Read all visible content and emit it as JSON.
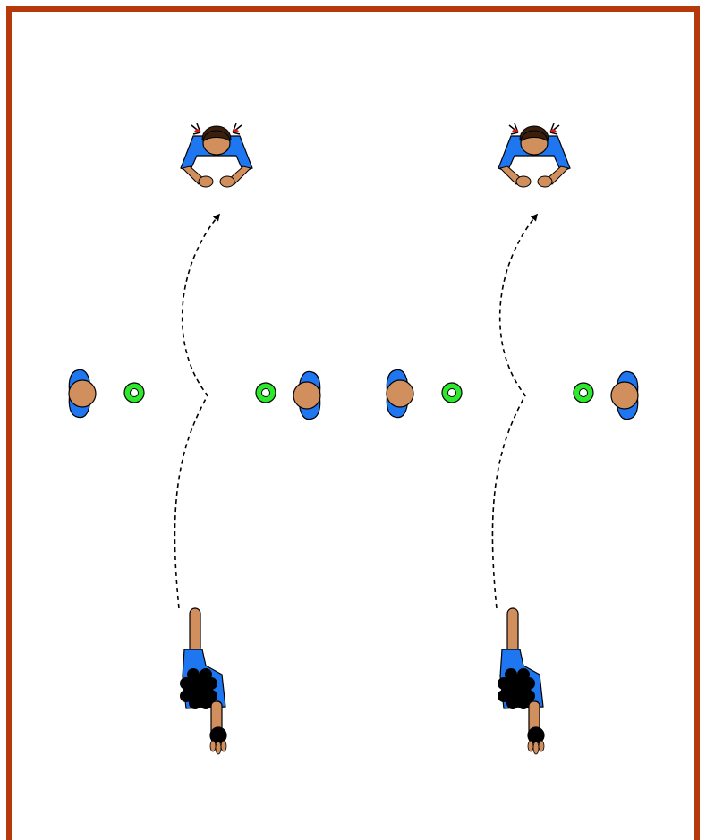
{
  "colors": {
    "court_border": "#B5390A",
    "shirt": "#1E77F0",
    "skin": "#D18F5E",
    "hair_dark": "#3A1F0E",
    "hair_black": "#000000",
    "cone": "#2EE82E",
    "ball": "#F2D22E",
    "bow": "#D9181E"
  },
  "drill": {
    "lanes": [
      {
        "id": "lane-left",
        "receiver": {
          "icon": "receiver-girl-icon"
        },
        "defenders": [
          {
            "icon": "defender-icon"
          },
          {
            "icon": "defender-icon"
          }
        ],
        "cones": [
          {
            "icon": "cone-icon"
          },
          {
            "icon": "cone-icon"
          }
        ],
        "thrower": {
          "icon": "thrower-with-ball-icon"
        },
        "pass_path": {
          "style": "dashed",
          "icon": "pass-arrow-icon"
        }
      },
      {
        "id": "lane-right",
        "receiver": {
          "icon": "receiver-girl-icon"
        },
        "defenders": [
          {
            "icon": "defender-icon"
          },
          {
            "icon": "defender-icon"
          }
        ],
        "cones": [
          {
            "icon": "cone-icon"
          },
          {
            "icon": "cone-icon"
          }
        ],
        "thrower": {
          "icon": "thrower-with-ball-icon"
        },
        "pass_path": {
          "style": "dashed",
          "icon": "pass-arrow-icon"
        }
      }
    ]
  }
}
